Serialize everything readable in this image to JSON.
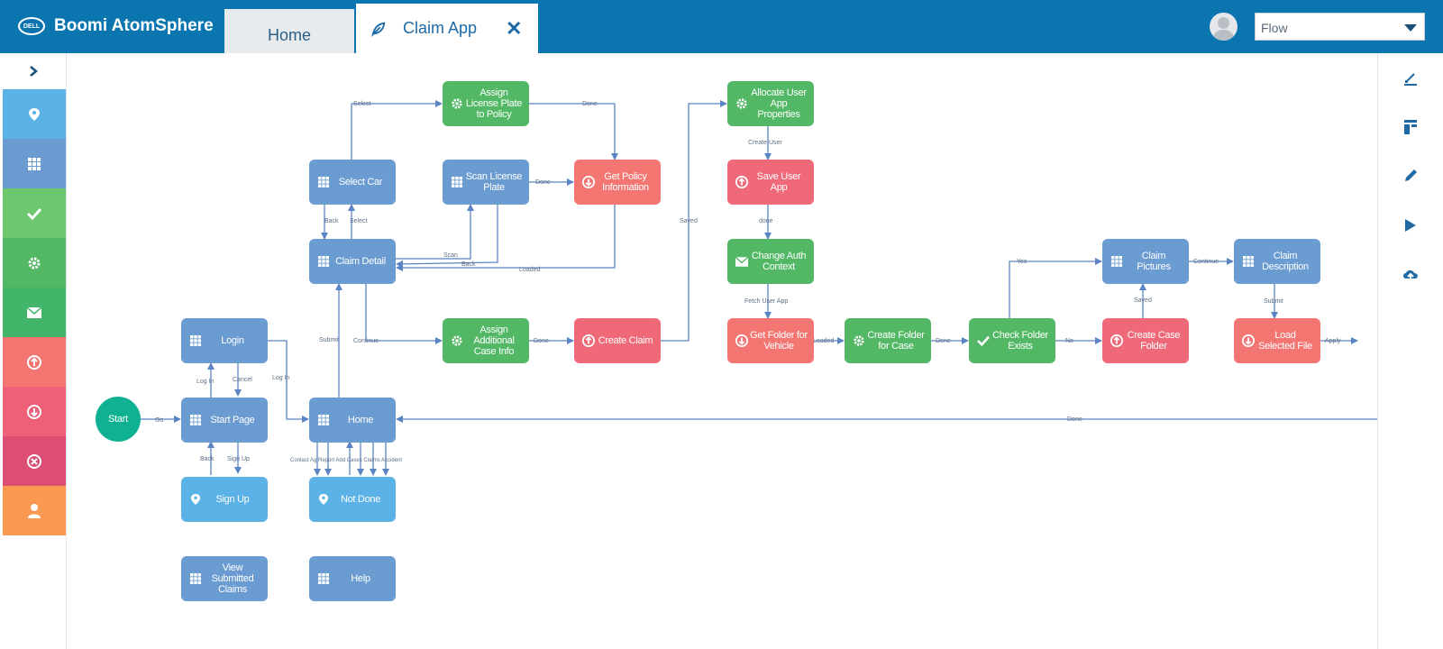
{
  "app": {
    "brand": "Boomi AtomSphere",
    "dell_logo": "DELL"
  },
  "tabs": {
    "home": "Home",
    "active": "Claim App"
  },
  "flow_select": {
    "value": "Flow"
  },
  "colors": {
    "topbar": "#0b75b0",
    "blue": "#6a9bd1",
    "green": "#53b865",
    "red": "#f06978",
    "coral": "#f47672",
    "light_blue": "#5bb2e6",
    "teal": "#10b192"
  },
  "left_tools": [
    "location-icon",
    "grid-icon",
    "check-icon",
    "gear-icon",
    "mail-icon",
    "upload-icon",
    "download-icon",
    "close-circle-icon",
    "user-icon"
  ],
  "right_tools": [
    "import-icon",
    "layout-icon",
    "edit-icon",
    "run-icon",
    "publish-icon"
  ],
  "nodes": {
    "start": "Start",
    "login": "Login",
    "start_page": "Start Page",
    "sign_up": "Sign Up",
    "view_submitted": "View Submitted Claims",
    "home": "Home",
    "not_done": "Not Done",
    "help": "Help",
    "claim_detail": "Claim Detail",
    "select_car": "Select Car",
    "assign_plate": "Assign License Plate to Policy",
    "scan_plate": "Scan License Plate",
    "get_policy": "Get Policy Information",
    "assign_additional": "Assign Additional Case Info",
    "create_claim": "Create Claim",
    "allocate_user": "Allocate User App Properties",
    "save_user": "Save User App",
    "change_auth": "Change Auth Context",
    "get_folder": "Get Folder for Vehicle",
    "create_folder": "Create Folder for Case",
    "check_folder": "Check Folder Exists",
    "create_case_folder": "Create Case Folder",
    "claim_pictures": "Claim Pictures",
    "claim_description": "Claim Description",
    "load_file": "Load Selected File"
  },
  "edges": {
    "go": "Go",
    "login": "Log In",
    "cancel": "Cancel",
    "log_in": "Log In",
    "back": "Back",
    "sign_up": "Sign Up",
    "submit": "Submit",
    "continue": "Continue",
    "back2": "Back",
    "select": "Select",
    "select2": "Select",
    "done1": "Done",
    "done2": "Done",
    "scan": "Scan",
    "back3": "Back",
    "loaded": "Loaded",
    "done3": "Done",
    "saved": "Saved",
    "create_user": "Create User",
    "done4": "done",
    "fetch_user": "Fetch User App",
    "loaded2": "Loaded",
    "done5": "Done",
    "yes": "Yes",
    "no": "No",
    "saved2": "Saved",
    "continue2": "Continue",
    "submit2": "Submit",
    "apply": "Apply",
    "done_bottom": "Done",
    "home_out": "Contact Ag Report Add Cases Claims Accident"
  }
}
